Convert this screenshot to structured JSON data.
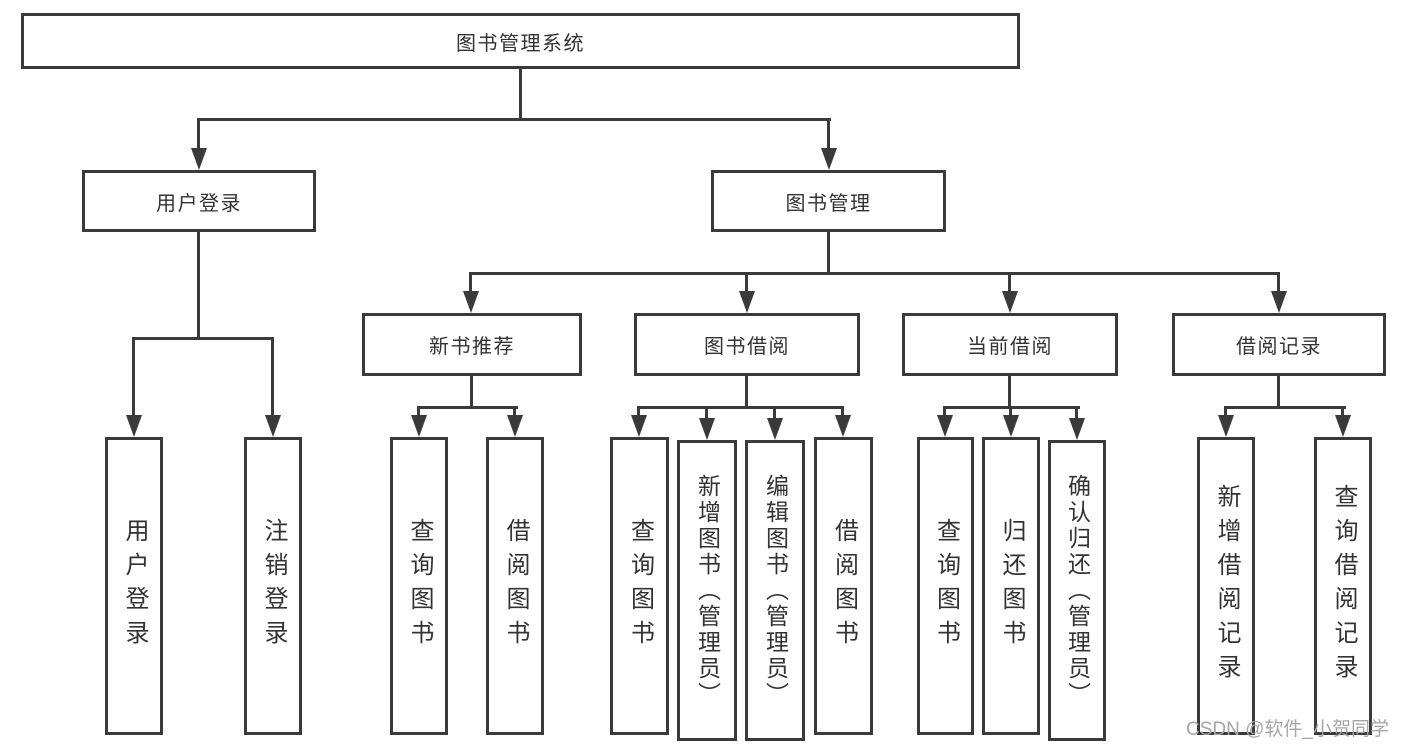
{
  "diagram": {
    "root": {
      "label": "图书管理系统"
    },
    "branches": [
      {
        "label": "用户登录",
        "children": [
          {
            "label": "用户登录"
          },
          {
            "label": "注销登录"
          }
        ]
      },
      {
        "label": "图书管理",
        "children": [
          {
            "label": "新书推荐",
            "children": [
              {
                "label": "查询图书"
              },
              {
                "label": "借阅图书"
              }
            ]
          },
          {
            "label": "图书借阅",
            "children": [
              {
                "label": "查询图书"
              },
              {
                "label": "新增图书（管理员）"
              },
              {
                "label": "编辑图书（管理员）"
              },
              {
                "label": "借阅图书"
              }
            ]
          },
          {
            "label": "当前借阅",
            "children": [
              {
                "label": "查询图书"
              },
              {
                "label": "归还图书"
              },
              {
                "label": "确认归还（管理员）"
              }
            ]
          },
          {
            "label": "借阅记录",
            "children": [
              {
                "label": "新增借阅记录"
              },
              {
                "label": "查询借阅记录"
              }
            ]
          }
        ]
      }
    ]
  },
  "watermark": {
    "text": "CSDN @软件_小贺同学"
  },
  "colors": {
    "line": "#3a3a3a",
    "text": "#333333",
    "watermark": "#a6a6a6",
    "background": "#ffffff"
  }
}
